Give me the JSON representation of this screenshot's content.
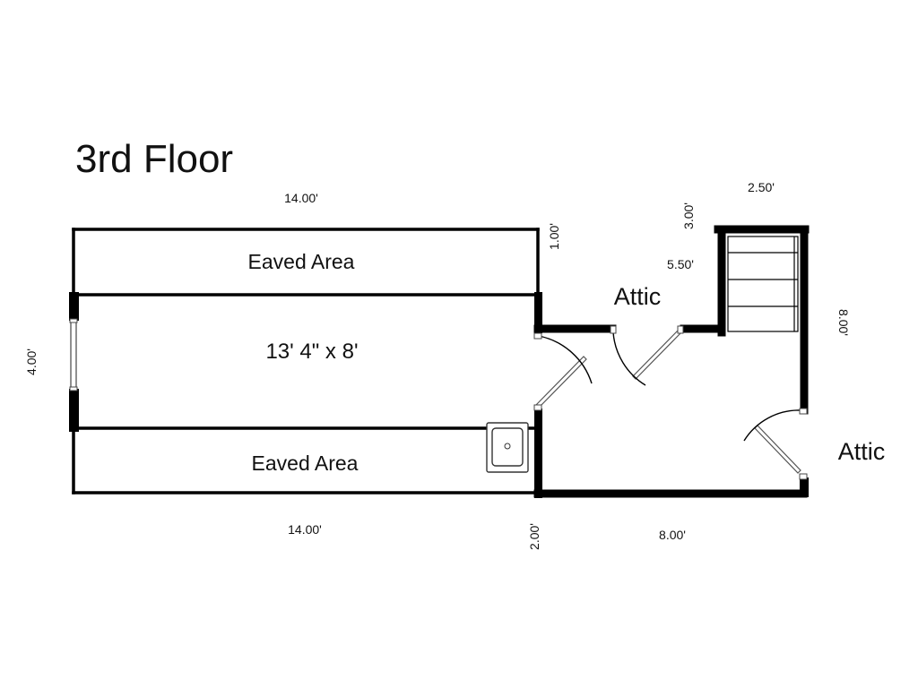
{
  "title": "3rd Floor",
  "rooms": {
    "eaved_top": "Eaved Area",
    "main": "13' 4\" x 8'",
    "eaved_bottom": "Eaved Area",
    "attic_top": "Attic",
    "attic_right": "Attic"
  },
  "dimensions": {
    "top_width": "14.00'",
    "bottom_width": "14.00'",
    "left_height": "4.00'",
    "upper_step": "1.00'",
    "lower_step": "2.00'",
    "right_room_width": "8.00'",
    "right_room_height": "8.00'",
    "stair_width": "2.50'",
    "stair_height": "3.00'",
    "stair_offset": "5.50'"
  }
}
